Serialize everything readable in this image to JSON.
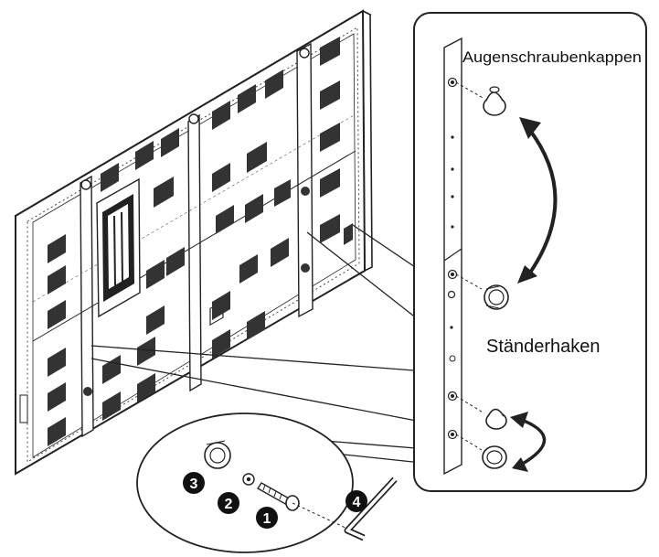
{
  "labels": {
    "eye_bolt_caps": "Augenschraubenkappen",
    "stand_hooks": "Ständerhaken"
  },
  "steps": [
    "1",
    "2",
    "3",
    "4"
  ],
  "colors": {
    "line": "#222222",
    "vent": "#333333",
    "panel_fill": "#ffffff"
  },
  "icons": [
    "double-arrow-icon",
    "allen-key-icon",
    "screw-icon",
    "washer-icon",
    "hook-icon",
    "cap-icon"
  ]
}
